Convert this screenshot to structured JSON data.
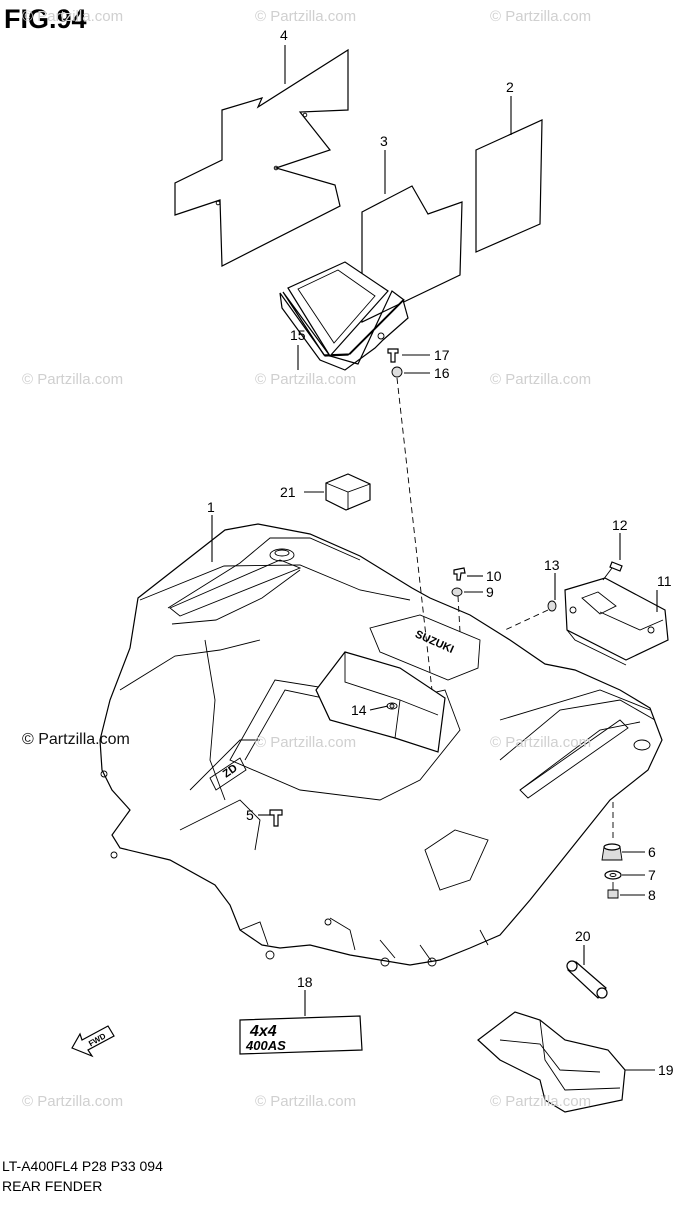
{
  "figure": {
    "title": "FIG.94",
    "footer_code": "LT-A400FL4  P28  P33  094",
    "footer_name": "REAR FENDER"
  },
  "watermark": {
    "text": "© Partzilla.com",
    "strong_text": "© Partzilla.com"
  },
  "callouts": [
    "1",
    "2",
    "3",
    "4",
    "5",
    "6",
    "7",
    "8",
    "9",
    "10",
    "11",
    "12",
    "13",
    "14",
    "15",
    "16",
    "17",
    "18",
    "19",
    "20",
    "21"
  ],
  "decal_text": {
    "fwd": "FWD",
    "emblem_top": "4x4",
    "emblem_bottom": "400AS",
    "brand": "SUZUKI"
  }
}
